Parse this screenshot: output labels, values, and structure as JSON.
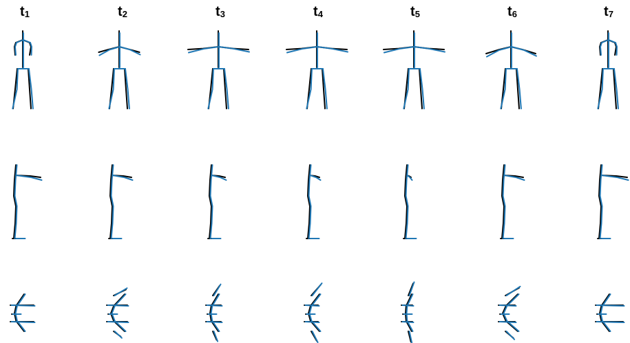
{
  "colors": {
    "ground_truth": "#000000",
    "prediction": "#1f77b4",
    "background": "#ffffff"
  },
  "frames": [
    {
      "t": "t",
      "sub": "1"
    },
    {
      "t": "t",
      "sub": "2"
    },
    {
      "t": "t",
      "sub": "3"
    },
    {
      "t": "t",
      "sub": "4"
    },
    {
      "t": "t",
      "sub": "5"
    },
    {
      "t": "t",
      "sub": "6"
    },
    {
      "t": "t",
      "sub": "7"
    }
  ],
  "views": [
    "front",
    "side",
    "top"
  ]
}
